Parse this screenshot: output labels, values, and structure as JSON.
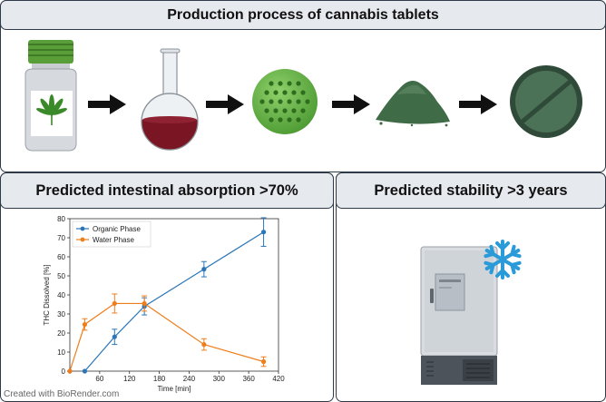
{
  "header_top": "Production process of cannabis tablets",
  "header_left": "Predicted intestinal absorption >70%",
  "header_right": "Predicted stability >3 years",
  "credit": "Created with BioRender.com",
  "colors": {
    "organic": "#2b76b8",
    "water": "#ef7d1a",
    "panel_border": "#2f3a48",
    "header_bg": "#e6e9ee"
  },
  "icons": [
    "cannabis-jar-icon",
    "flask-icon",
    "microparticle-sphere-icon",
    "powder-pile-icon",
    "tablet-icon",
    "freezer-icon",
    "snowflake-icon"
  ],
  "chart_data": {
    "type": "line",
    "xlabel": "Time [min]",
    "ylabel": "THC Dissolved [%]",
    "xlim": [
      0,
      420
    ],
    "ylim": [
      0,
      80
    ],
    "xticks": [
      0,
      60,
      120,
      180,
      240,
      300,
      360,
      420
    ],
    "yticks": [
      0,
      10,
      20,
      30,
      40,
      50,
      60,
      70,
      80
    ],
    "legend_position": "top-left",
    "series": [
      {
        "name": "Organic Phase",
        "color": "#2b76b8",
        "x": [
          30,
          90,
          150,
          270,
          390
        ],
        "y": [
          0,
          18,
          34,
          53.5,
          73
        ],
        "err": [
          0,
          4,
          4.5,
          4,
          7.5
        ]
      },
      {
        "name": "Water Phase",
        "color": "#ef7d1a",
        "x": [
          0,
          30,
          90,
          150,
          270,
          390
        ],
        "y": [
          0,
          24.5,
          35.5,
          35.5,
          14,
          5
        ],
        "err": [
          0,
          3,
          5,
          4,
          3,
          2.5
        ]
      }
    ]
  }
}
